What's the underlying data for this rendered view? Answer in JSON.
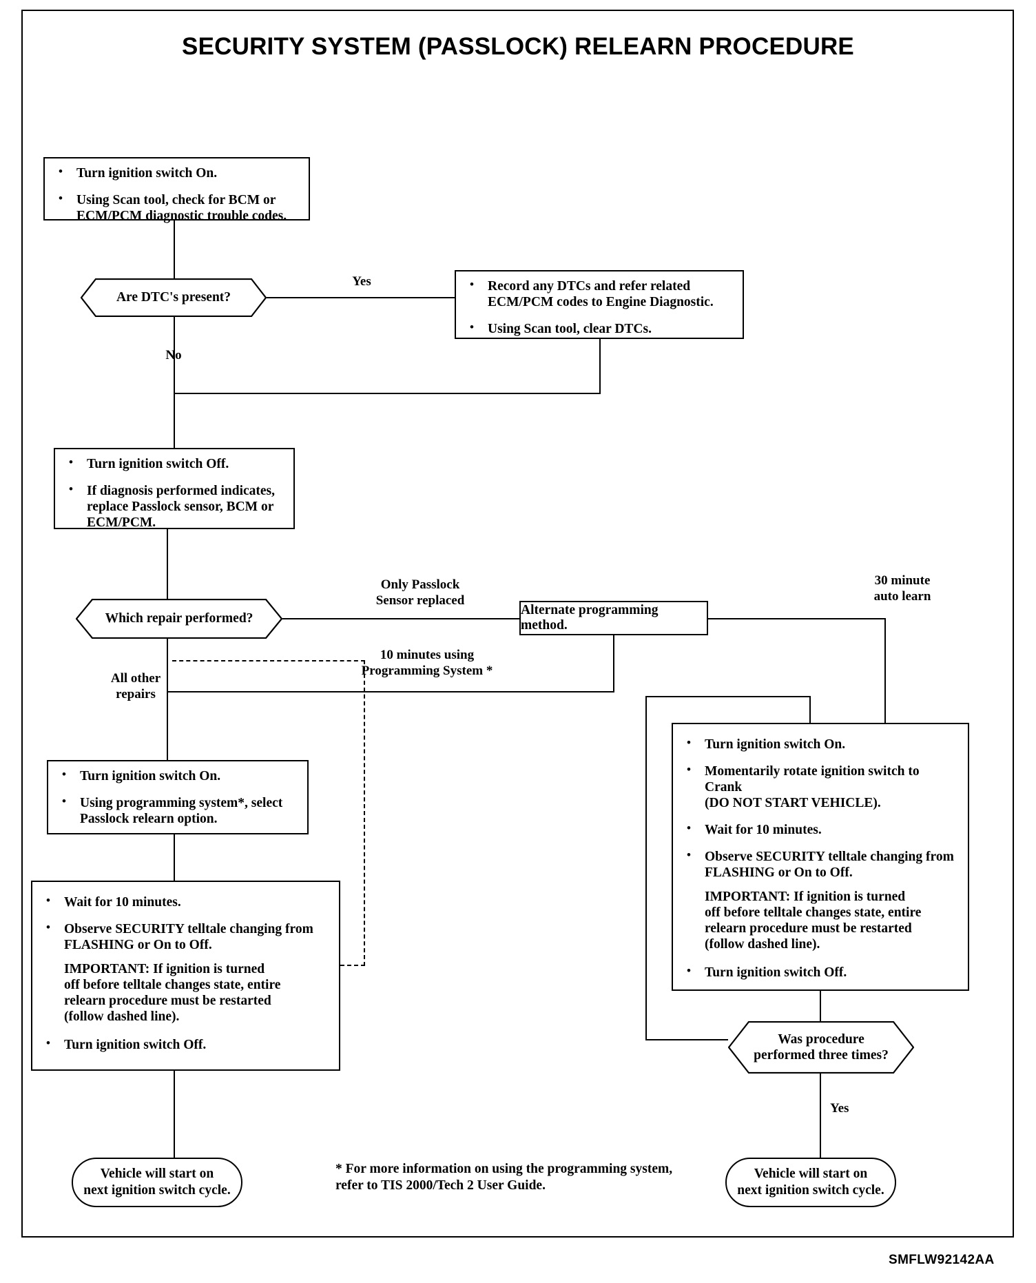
{
  "document": {
    "title": "SECURITY SYSTEM (PASSLOCK) RELEARN PROCEDURE",
    "doc_id": "SMFLW92142AA",
    "footnote": "*  For more information on using the programming system,\n   refer to TIS 2000/Tech 2 User Guide."
  },
  "nodes": {
    "start_check": {
      "type": "process",
      "bullets": [
        "Turn ignition switch On.",
        "Using Scan tool, check for BCM or\nECM/PCM diagnostic trouble codes."
      ]
    },
    "dtc_decision": {
      "type": "decision",
      "label": "Are DTC's present?"
    },
    "record_dtcs": {
      "type": "process",
      "bullets": [
        "Record any DTCs and refer related\nECM/PCM codes to Engine Diagnostic.",
        "Using Scan tool, clear DTCs."
      ]
    },
    "ignition_off": {
      "type": "process",
      "bullets": [
        "Turn ignition switch Off.",
        "If diagnosis performed indicates,\nreplace Passlock sensor, BCM or\nECM/PCM."
      ]
    },
    "repair_decision": {
      "type": "decision",
      "label": "Which repair performed?"
    },
    "alternate_method": {
      "type": "process",
      "label": "Alternate programming method."
    },
    "programming_select": {
      "type": "process",
      "bullets": [
        "Turn ignition switch On.",
        "Using programming system*, select\nPasslock relearn option."
      ]
    },
    "wait_observe_left": {
      "type": "process",
      "bullets": [
        "Wait for 10 minutes.",
        "Observe SECURITY telltale changing from\nFLASHING or On to Off.",
        "Turn ignition switch Off."
      ],
      "important_bold": "IMPORTANT:",
      "important_text": " If ignition is turned\noff before telltale changes state, entire\nrelearn procedure must be restarted\n(follow dashed line)."
    },
    "auto_learn_right": {
      "type": "process",
      "bullets": [
        "Turn ignition switch On.",
        "Momentarily rotate ignition switch to Crank\n(DO NOT START VEHICLE).",
        "Wait for 10 minutes.",
        "Observe SECURITY telltale changing from\nFLASHING or On to Off.",
        "Turn ignition switch Off."
      ],
      "important_bold": "IMPORTANT:",
      "important_text": " If ignition is turned\noff before telltale changes state, entire\nrelearn procedure must be restarted\n(follow dashed line)."
    },
    "three_times_decision": {
      "type": "decision",
      "label": "Was procedure\nperformed three times?"
    },
    "end_left": {
      "type": "terminator",
      "label": "Vehicle will start on\nnext ignition switch cycle."
    },
    "end_right": {
      "type": "terminator",
      "label": "Vehicle will start on\nnext ignition switch cycle."
    }
  },
  "edge_labels": {
    "yes_dtc": "Yes",
    "no_dtc": "No",
    "only_passlock": "Only Passlock\nSensor replaced",
    "ten_minutes": "10 minutes using\nProgramming System *",
    "all_other": "All other\nrepairs",
    "thirty_minute": "30 minute\nauto learn",
    "yes_three_times": "Yes"
  },
  "colors": {
    "ink": "#000000",
    "paper": "#ffffff"
  }
}
